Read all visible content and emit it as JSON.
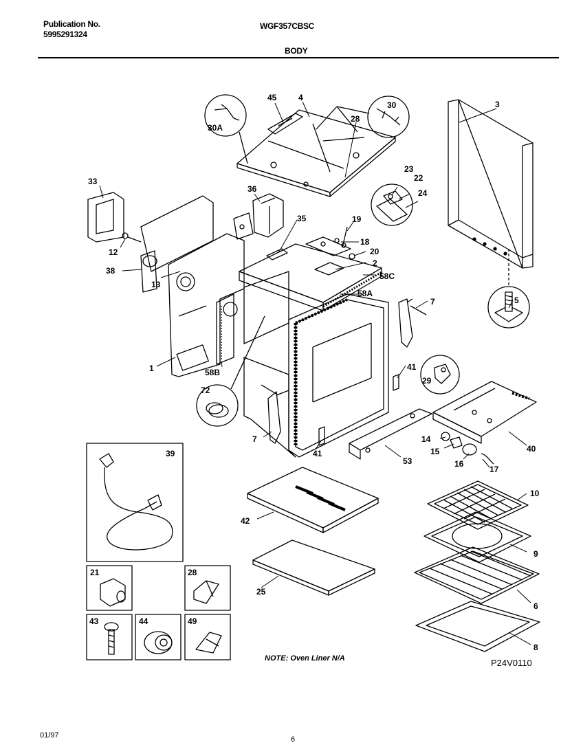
{
  "header": {
    "publication_label": "Publication No.",
    "publication_number": "5995291324",
    "model": "WGF357CBSC",
    "section": "BODY"
  },
  "callouts": {
    "c1": "1",
    "c2": "2",
    "c3": "3",
    "c4": "4",
    "c5": "5",
    "c6": "6",
    "c7a": "7",
    "c7b": "7",
    "c8": "8",
    "c9": "9",
    "c10": "10",
    "c12": "12",
    "c13": "13",
    "c14": "14",
    "c15": "15",
    "c16": "16",
    "c17": "17",
    "c18": "18",
    "c19": "19",
    "c20": "20",
    "c21": "21",
    "c22": "22",
    "c23": "23",
    "c24": "24",
    "c25": "25",
    "c28a": "28",
    "c28b": "28",
    "c29": "29",
    "c30": "30",
    "c30A": "30A",
    "c33": "33",
    "c35": "35",
    "c36": "36",
    "c38": "38",
    "c39": "39",
    "c40": "40",
    "c41a": "41",
    "c41b": "41",
    "c42": "42",
    "c43": "43",
    "c44": "44",
    "c45": "45",
    "c49": "49",
    "c53": "53",
    "c58A": "58A",
    "c58B": "58B",
    "c58C": "58C",
    "c72": "72"
  },
  "note": "NOTE: Oven Liner N/A",
  "diagram_code": "P24V0110",
  "footer": {
    "date": "01/97",
    "page": "6"
  }
}
